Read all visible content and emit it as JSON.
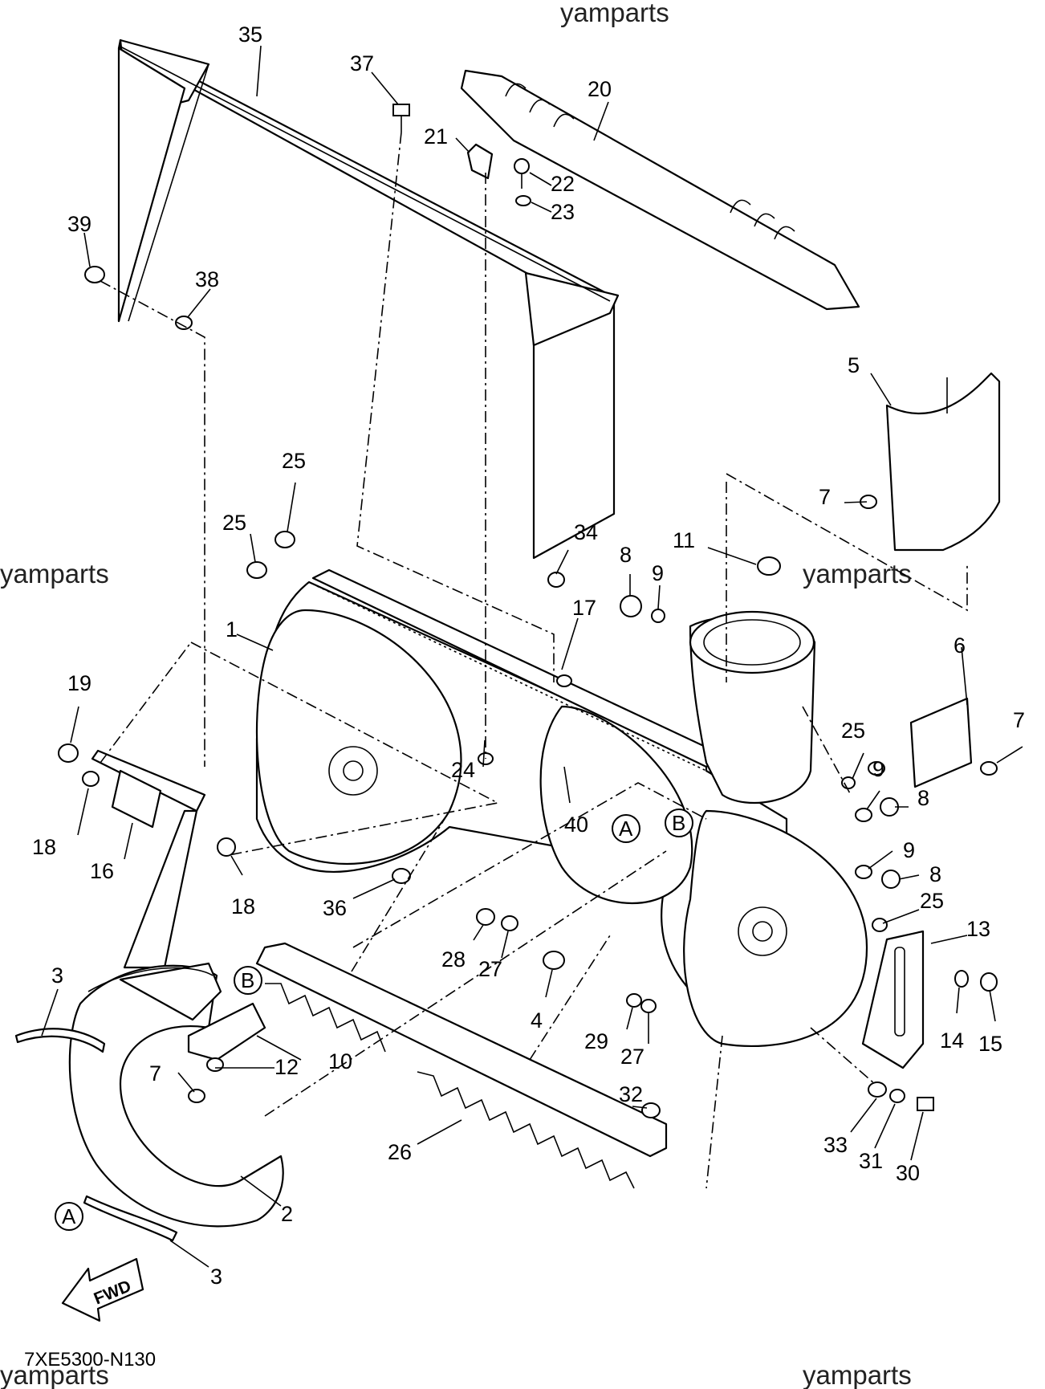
{
  "diagram_code": "7XE5300-N130",
  "watermark_text": "yamparts",
  "forward_arrow_text": "FWD",
  "reference_markers": [
    "A",
    "B"
  ],
  "part_numbers": [
    "1",
    "2",
    "3",
    "4",
    "5",
    "6",
    "7",
    "8",
    "9",
    "10",
    "11",
    "12",
    "13",
    "14",
    "15",
    "16",
    "17",
    "18",
    "19",
    "20",
    "21",
    "22",
    "23",
    "24",
    "25",
    "26",
    "27",
    "28",
    "29",
    "30",
    "31",
    "32",
    "33",
    "34",
    "35",
    "36",
    "37",
    "38",
    "39",
    "40"
  ]
}
